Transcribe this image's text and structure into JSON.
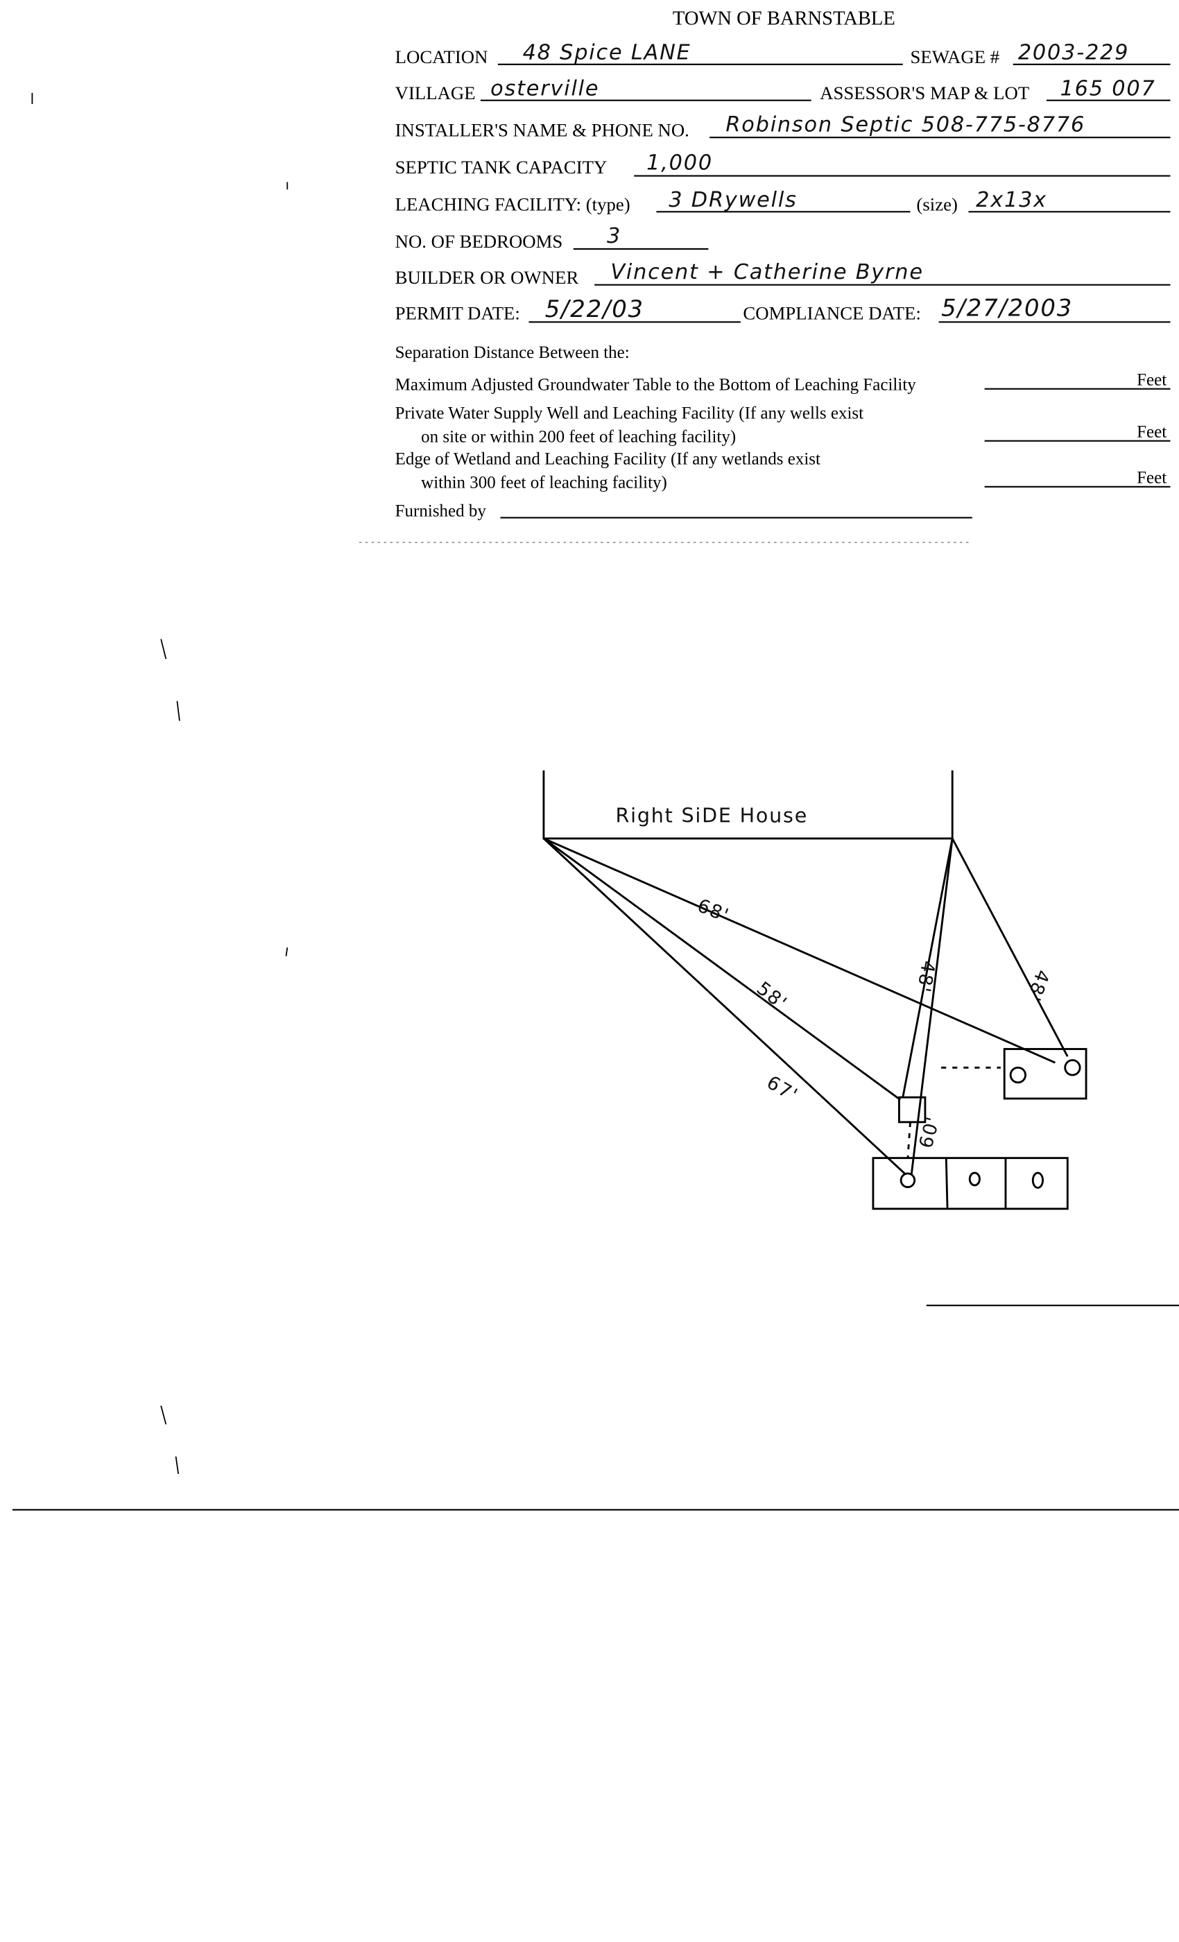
{
  "form": {
    "title": "TOWN OF BARNSTABLE",
    "location_label": "LOCATION",
    "location_value": "48 Spice LANE",
    "sewage_label": "SEWAGE #",
    "sewage_value": "2003-229",
    "village_label": "VILLAGE",
    "village_value": "osterville",
    "map_lot_label": "ASSESSOR'S MAP & LOT",
    "map_lot_value": "165 007",
    "installer_label": "INSTALLER'S NAME & PHONE NO.",
    "installer_value": "Robinson Septic  508-775-8776",
    "tank_label": "SEPTIC TANK CAPACITY",
    "tank_value": "1,000",
    "leaching_label": "LEACHING FACILITY: (type)",
    "leaching_value": "3 DRywells",
    "size_label": "(size)",
    "size_value": "2x13x",
    "bedrooms_label": "NO. OF BEDROOMS",
    "bedrooms_value": "3",
    "owner_label": "BUILDER OR OWNER",
    "owner_value": "Vincent + Catherine  Byrne",
    "permit_label": "PERMIT DATE:",
    "permit_value": "5/22/03",
    "compliance_label": "COMPLIANCE DATE:",
    "compliance_value": "5/27/2003"
  },
  "separation": {
    "heading": "Separation Distance Between the:",
    "rows": [
      {
        "line1": "Maximum Adjusted Groundwater Table to the Bottom of Leaching Facility",
        "line2": "",
        "unit": "Feet"
      },
      {
        "line1": "Private Water Supply Well and Leaching Facility  (If any wells exist",
        "line2": "on site or within 200 feet of leaching facility)",
        "unit": "Feet"
      },
      {
        "line1": "Edge of Wetland and Leaching Facility (If any wetlands exist",
        "line2": "within 300 feet of leaching facility)",
        "unit": "Feet"
      }
    ],
    "furnished_label": "Furnished by"
  },
  "sketch": {
    "house_label": "Right SiDE House",
    "distances": [
      "68'",
      "58'",
      "67'",
      "48'",
      "48'",
      "60'"
    ]
  }
}
